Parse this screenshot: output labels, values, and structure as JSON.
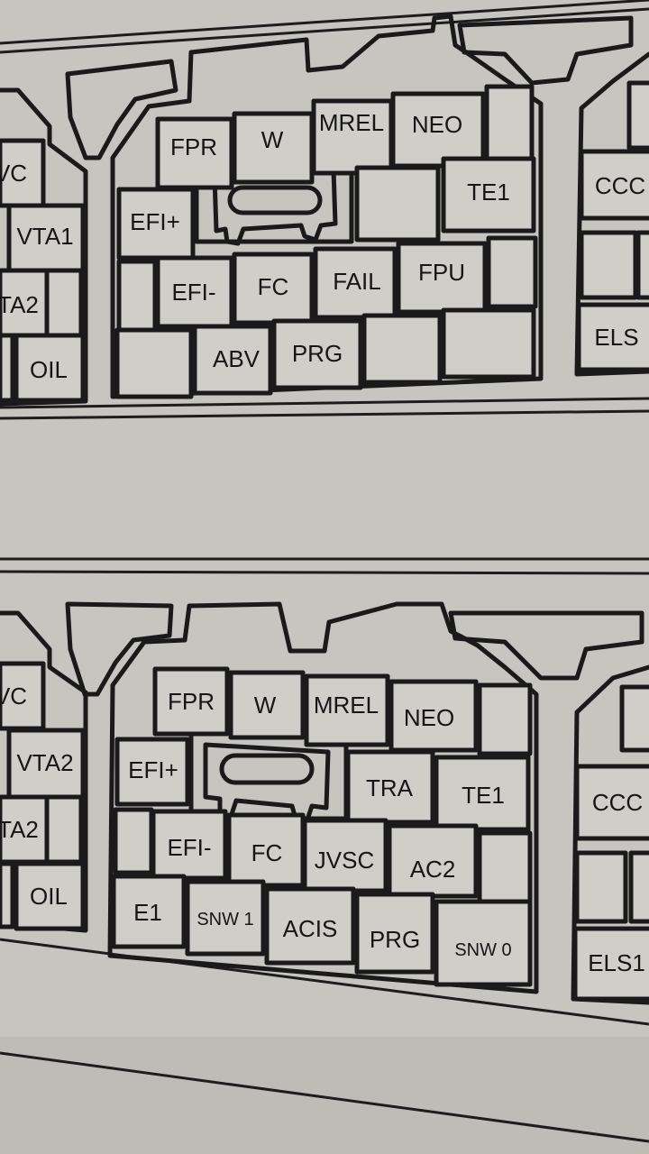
{
  "diagram": {
    "colors": {
      "paper": "#c6c5c0",
      "ink": "#1a1a1a"
    },
    "upper_connector": {
      "left_partial_labels": [
        "VC",
        "VTA1",
        "TA2",
        "OIL"
      ],
      "main_labels": [
        "FPR",
        "W",
        "MREL",
        "NEO",
        "EFI+",
        "TE1",
        "EFI-",
        "FC",
        "FAIL",
        "FPU",
        "ABV",
        "PRG"
      ],
      "right_partial_labels": [
        "CCC",
        "ELS"
      ]
    },
    "lower_connector": {
      "left_partial_labels": [
        "VC",
        "VTA2",
        "TA2",
        "OIL"
      ],
      "main_labels": [
        "FPR",
        "W",
        "MREL",
        "NEO",
        "EFI+",
        "TRA",
        "TE1",
        "EFI-",
        "FC",
        "JVSC",
        "AC2",
        "E1",
        "SNW 1",
        "ACIS",
        "PRG",
        "SNW 0"
      ],
      "right_partial_labels": [
        "CCC",
        "ELS1"
      ]
    }
  }
}
